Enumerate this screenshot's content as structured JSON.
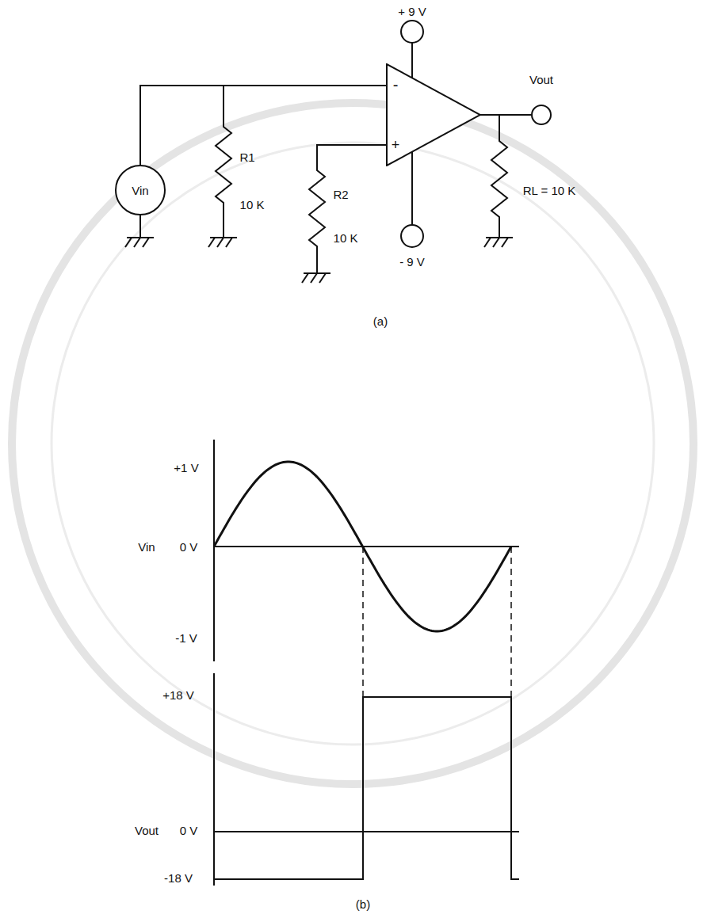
{
  "diagram": {
    "nodes": [
      {
        "text": [
          "-",
          "+"
        ]
      },
      {
        "text": [
          "Vin"
        ]
      }
    ],
    "labels": [
      "+ 9 V",
      "Vout",
      "R1",
      "10 K",
      "R2",
      "10 K",
      "- 9 V",
      "RL = 10 K",
      "(a)",
      "+1 V",
      "Vin",
      "0 V",
      "-1 V",
      "+18 V",
      "0 V",
      "Vout",
      "-18 V",
      "(b)"
    ]
  }
}
